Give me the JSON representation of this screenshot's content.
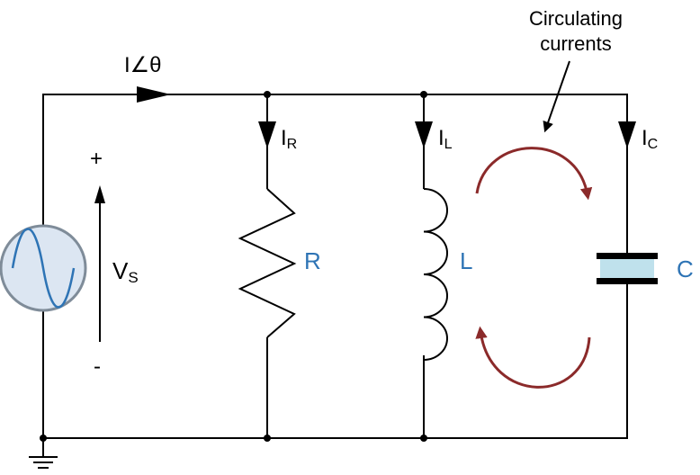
{
  "annotation": {
    "line1": "Circulating",
    "line2": "currents"
  },
  "source": {
    "current_main": "I∠θ",
    "voltage": "V",
    "voltage_sub": "S",
    "plus": "+",
    "minus": "-"
  },
  "branches": {
    "resistor": {
      "current": "I",
      "current_sub": "R",
      "label": "R"
    },
    "inductor": {
      "current": "I",
      "current_sub": "L",
      "label": "L"
    },
    "capacitor": {
      "current": "I",
      "current_sub": "C",
      "label": "C"
    }
  },
  "colors": {
    "wire": "#000000",
    "component_label": "#2e74b5",
    "circulation_arrow": "#8b2a2a",
    "source_fill": "#dce6f2",
    "source_wave": "#2e74b5",
    "capacitor_fill": "#bfe1ec"
  }
}
